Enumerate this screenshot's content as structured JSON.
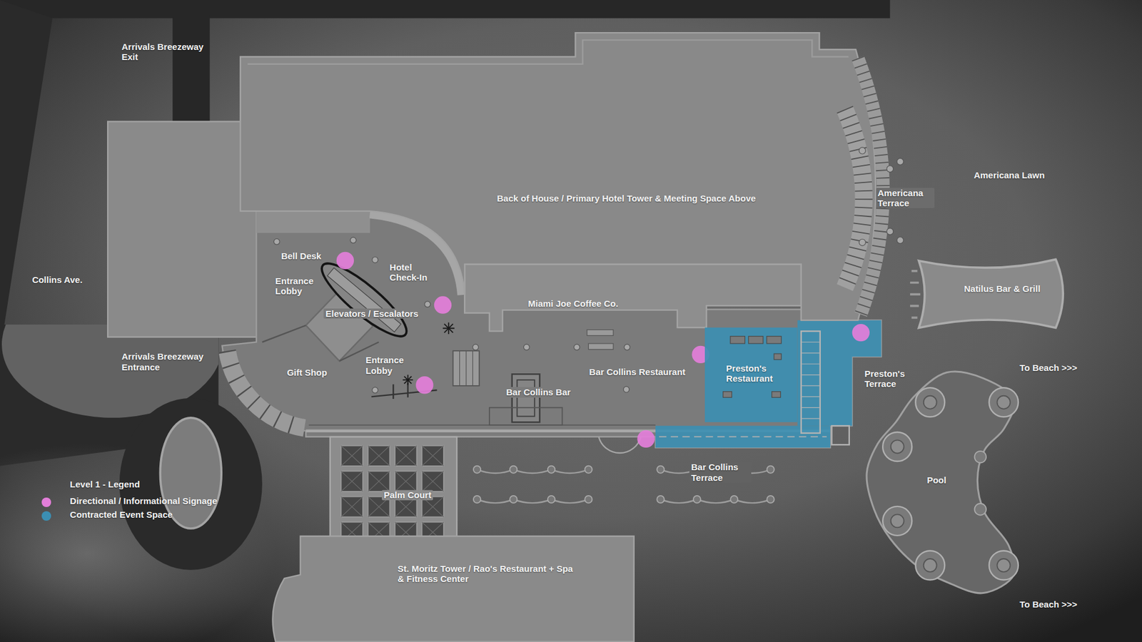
{
  "diagram": {
    "nodes": [
      {
        "text": [
          "Back of House / Primary Hotel Tower & Meeting Space Above"
        ]
      },
      {
        "text": [
          "Natilus Bar & Grill"
        ]
      },
      {
        "text": [
          "Preston's Restaurant"
        ]
      },
      {
        "text": [
          "Pool"
        ]
      },
      {
        "text": [
          "Palm Court"
        ]
      },
      {
        "text": [
          "St. Moritz Tower / Rao's Restaurant + Spa & Fitness Center"
        ]
      }
    ],
    "labels": [
      "Arrivals Breezeway Exit",
      "Collins Ave.",
      "Bell Desk",
      "Entrance Lobby",
      "Hotel Check-In",
      "Elevators / Escalators",
      "Miami Joe Coffee Co.",
      "Americana Terrace",
      "Americana Lawn",
      "Arrivals Breezeway Entrance",
      "Gift Shop",
      "Entrance Lobby",
      "Bar Collins Restaurant",
      "Bar Collins Bar",
      "Preston's Terrace",
      "To Beach >>>",
      "Bar Collins Terrace",
      "To Beach >>>",
      "Level 1 - Legend"
    ],
    "legend": [
      {
        "text": "Directional / Informational Signage",
        "color": "#e37ed9"
      },
      {
        "text": "Contracted Event Space",
        "color": "#3b8fb3"
      }
    ]
  }
}
